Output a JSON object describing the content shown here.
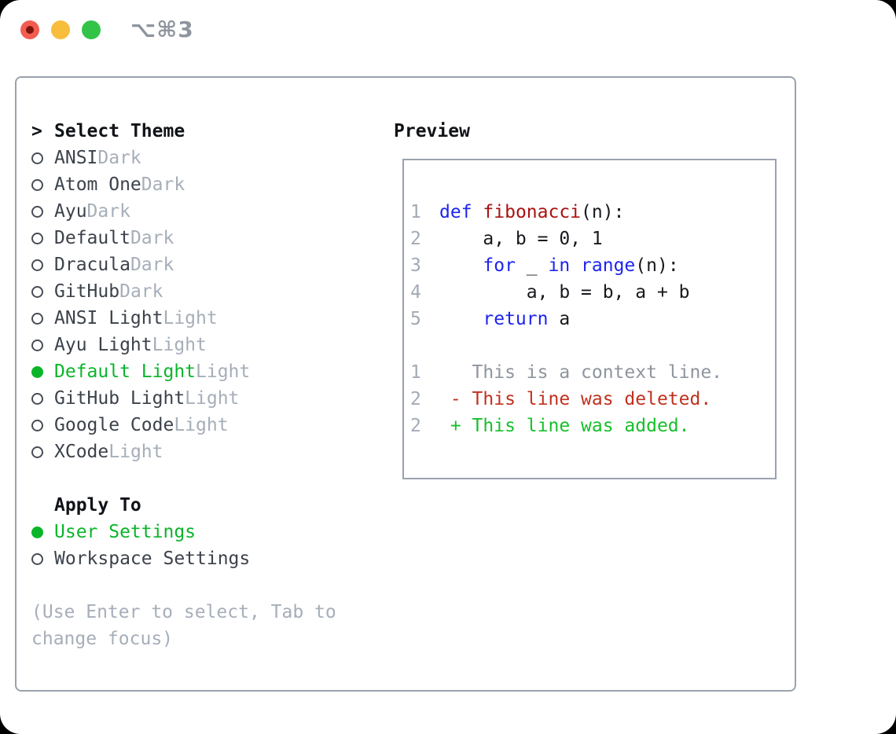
{
  "window": {
    "shortcut_label": "⌥⌘3",
    "traffic_lights": [
      {
        "name": "close",
        "color": "#f35c51",
        "dot": "#7c140b"
      },
      {
        "name": "minimize",
        "color": "#f8bd3d",
        "dot": ""
      },
      {
        "name": "zoom",
        "color": "#33c348",
        "dot": ""
      }
    ]
  },
  "theme_picker": {
    "prompt": ">",
    "title": "Select Theme",
    "items": [
      {
        "name": "ANSI",
        "variant": "Dark",
        "selected": false
      },
      {
        "name": "Atom One",
        "variant": "Dark",
        "selected": false
      },
      {
        "name": "Ayu",
        "variant": "Dark",
        "selected": false
      },
      {
        "name": "Default",
        "variant": "Dark",
        "selected": false
      },
      {
        "name": "Dracula",
        "variant": "Dark",
        "selected": false
      },
      {
        "name": "GitHub",
        "variant": "Dark",
        "selected": false
      },
      {
        "name": "ANSI Light",
        "variant": "Light",
        "selected": false
      },
      {
        "name": "Ayu Light",
        "variant": "Light",
        "selected": false
      },
      {
        "name": "Default Light",
        "variant": "Light",
        "selected": true
      },
      {
        "name": "GitHub Light",
        "variant": "Light",
        "selected": false
      },
      {
        "name": "Google Code",
        "variant": "Light",
        "selected": false
      },
      {
        "name": "XCode",
        "variant": "Light",
        "selected": false
      }
    ]
  },
  "apply_to": {
    "title": "Apply To",
    "items": [
      {
        "name": "User Settings",
        "selected": true
      },
      {
        "name": "Workspace Settings",
        "selected": false
      }
    ]
  },
  "hint": "(Use Enter to select, Tab to change focus)",
  "preview": {
    "title": "Preview",
    "lines": [
      {
        "num": "1",
        "segments": [
          {
            "text": "def",
            "style": "keyword"
          },
          {
            "text": " ",
            "style": "plain"
          },
          {
            "text": "fibonacci",
            "style": "function"
          },
          {
            "text": "(n):",
            "style": "plain"
          }
        ]
      },
      {
        "num": "2",
        "segments": [
          {
            "text": "    a, b = 0, 1",
            "style": "plain"
          }
        ]
      },
      {
        "num": "3",
        "segments": [
          {
            "text": "    ",
            "style": "plain"
          },
          {
            "text": "for",
            "style": "keyword"
          },
          {
            "text": " _ ",
            "style": "plain"
          },
          {
            "text": "in",
            "style": "keyword"
          },
          {
            "text": " ",
            "style": "plain"
          },
          {
            "text": "range",
            "style": "keyword"
          },
          {
            "text": "(n):",
            "style": "plain"
          }
        ]
      },
      {
        "num": "4",
        "segments": [
          {
            "text": "        a, b = b, a + b",
            "style": "plain"
          }
        ]
      },
      {
        "num": "5",
        "segments": [
          {
            "text": "    ",
            "style": "plain"
          },
          {
            "text": "return",
            "style": "keyword"
          },
          {
            "text": " a",
            "style": "plain"
          }
        ]
      },
      {
        "num": "",
        "segments": []
      },
      {
        "num": "1",
        "segments": [
          {
            "text": "   This is a context line.",
            "style": "context"
          }
        ]
      },
      {
        "num": "2",
        "segments": [
          {
            "text": " - This line was deleted.",
            "style": "deleted"
          }
        ]
      },
      {
        "num": "2",
        "segments": [
          {
            "text": " + This line was added.",
            "style": "added"
          }
        ]
      }
    ]
  },
  "colors": {
    "selected_green": "#0ab52a",
    "keyword_blue": "#1d24ee",
    "function_red": "#aa1111",
    "plain_code": "#17191d",
    "context_gray": "#8e959e",
    "deleted_red": "#c0311f",
    "added_green": "#17c02a",
    "line_number_gray": "#a2aab6",
    "border_gray": "#9aa2ad",
    "label_dark": "#3c424b",
    "muted_gray": "#a6aeb9"
  }
}
